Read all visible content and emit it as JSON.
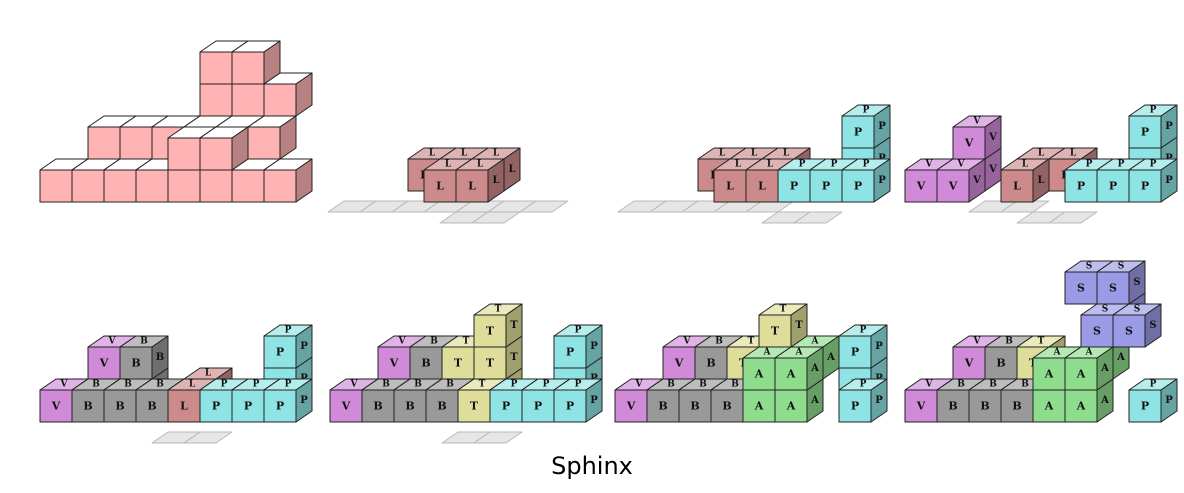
{
  "caption": "Sphinx",
  "colors": {
    "target": "#ffb3b3",
    "L": "#cc8a8a",
    "P": "#8ee4e4",
    "V": "#d08ad8",
    "B": "#999999",
    "T": "#dede9a",
    "A": "#8edc8e",
    "S": "#9a9ae6",
    "shadow": "#e6e6e6"
  },
  "panels": [
    {
      "name": "target-shape",
      "piece_labels": []
    },
    {
      "name": "step-1",
      "piece_labels": [
        "L"
      ]
    },
    {
      "name": "step-2",
      "piece_labels": [
        "L",
        "P"
      ]
    },
    {
      "name": "step-3",
      "piece_labels": [
        "V",
        "L",
        "P"
      ]
    },
    {
      "name": "step-4",
      "piece_labels": [
        "V",
        "B",
        "L",
        "P"
      ]
    },
    {
      "name": "step-5",
      "piece_labels": [
        "V",
        "B",
        "T",
        "P"
      ]
    },
    {
      "name": "step-6",
      "piece_labels": [
        "V",
        "B",
        "T",
        "A",
        "P"
      ]
    },
    {
      "name": "step-7",
      "piece_labels": [
        "V",
        "B",
        "T",
        "S",
        "A",
        "P"
      ]
    }
  ]
}
